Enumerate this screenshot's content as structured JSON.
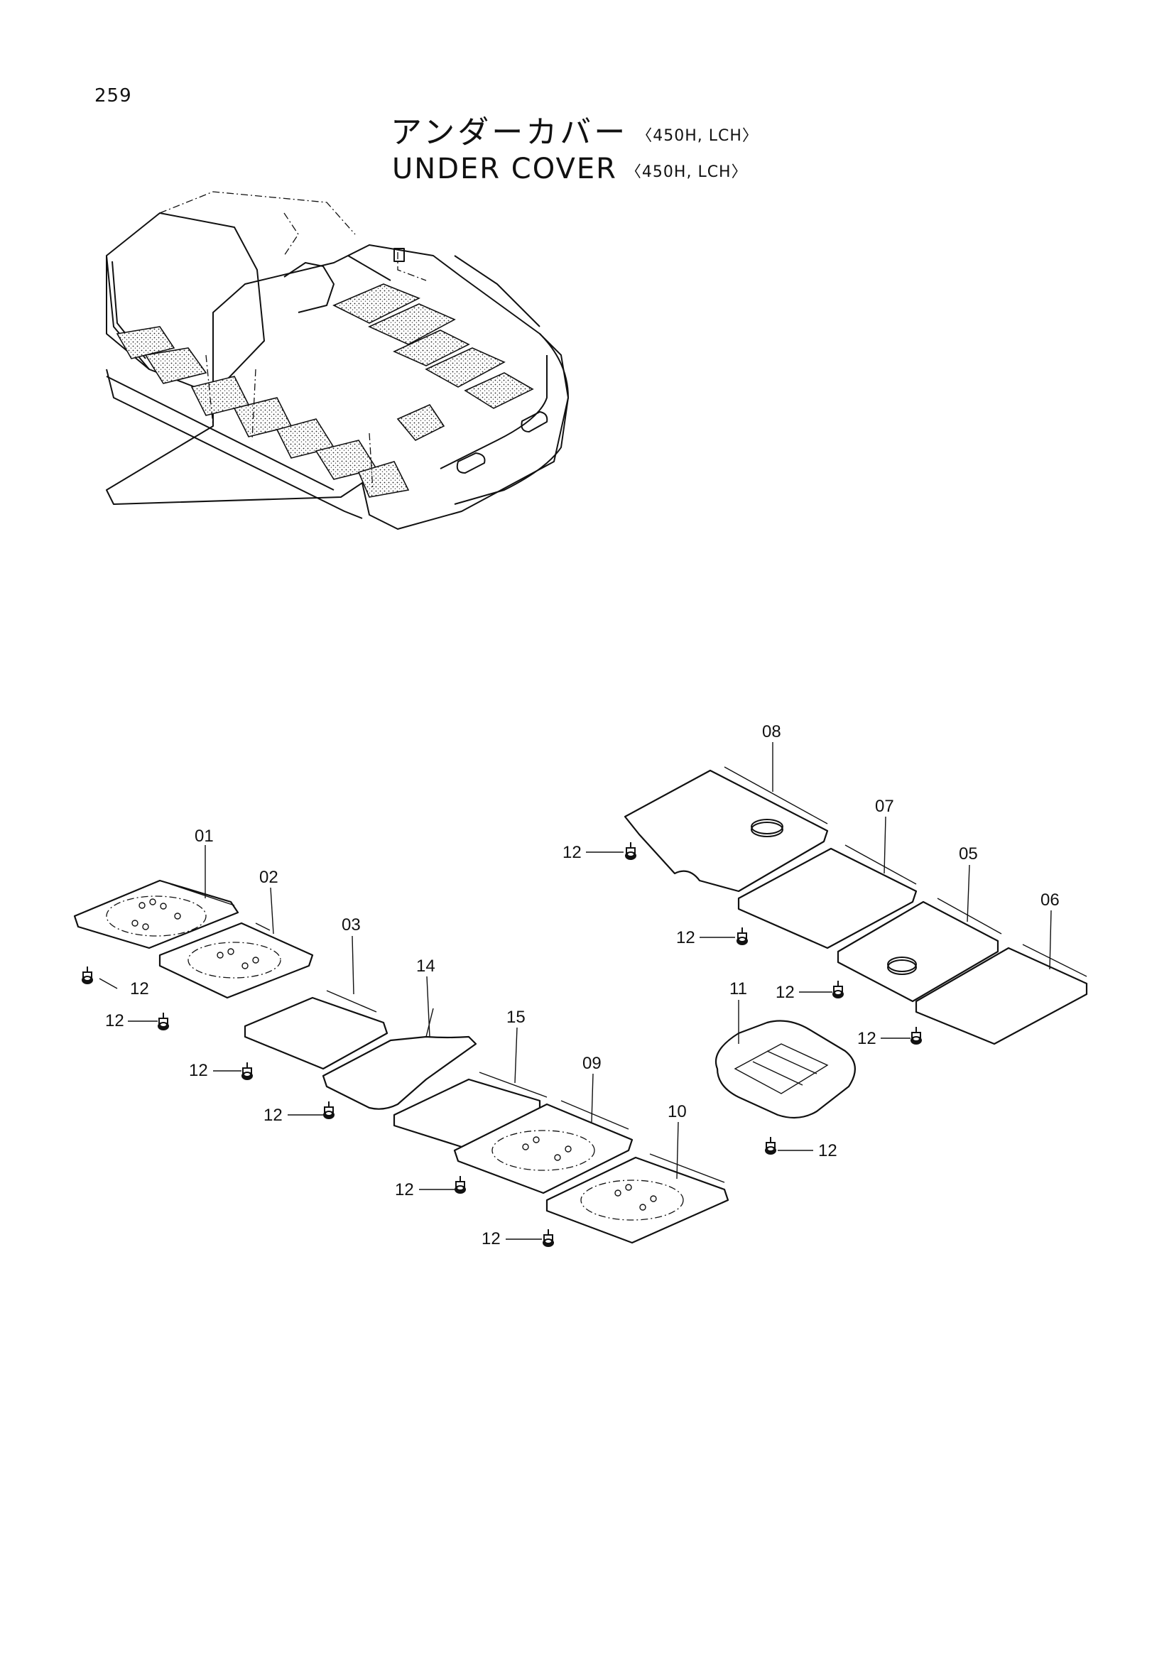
{
  "page": {
    "number": "259"
  },
  "title": {
    "japanese": "アンダーカバー",
    "english": "UNDER COVER",
    "model": "〈450H, LCH〉"
  },
  "parts": [
    {
      "id": "01",
      "label": "01"
    },
    {
      "id": "02",
      "label": "02"
    },
    {
      "id": "03",
      "label": "03"
    },
    {
      "id": "05",
      "label": "05"
    },
    {
      "id": "06",
      "label": "06"
    },
    {
      "id": "07",
      "label": "07"
    },
    {
      "id": "08",
      "label": "08"
    },
    {
      "id": "09",
      "label": "09"
    },
    {
      "id": "10",
      "label": "10"
    },
    {
      "id": "11",
      "label": "11"
    },
    {
      "id": "12",
      "label": "12"
    },
    {
      "id": "14",
      "label": "14"
    },
    {
      "id": "15",
      "label": "15"
    }
  ]
}
